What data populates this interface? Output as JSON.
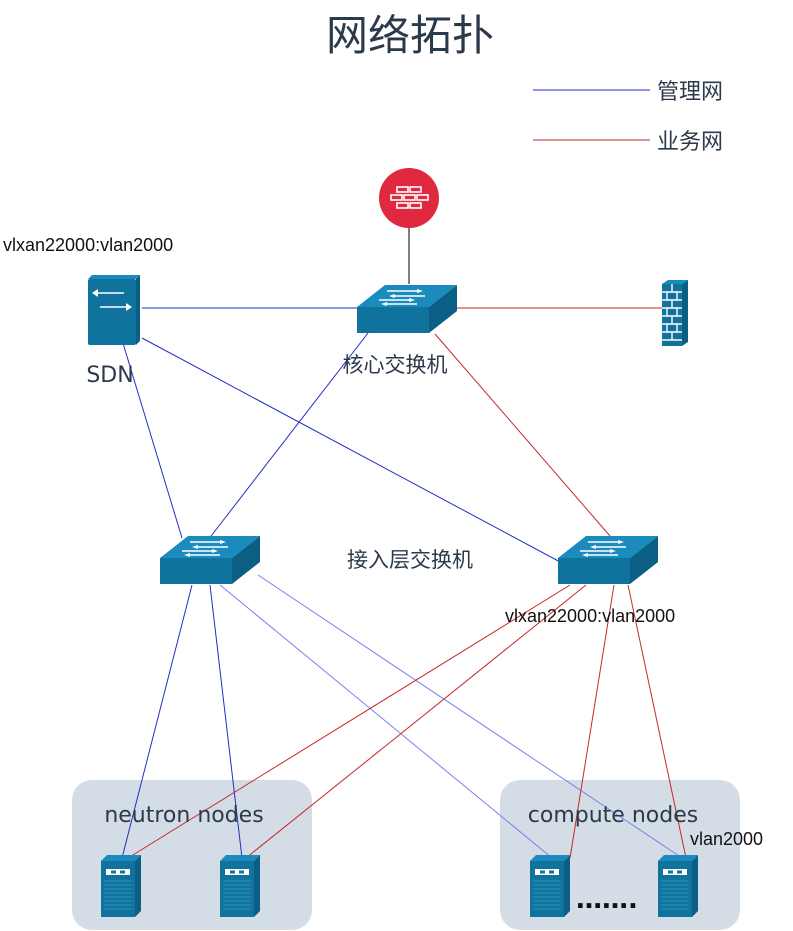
{
  "title": "网络拓扑",
  "legend": {
    "mgmt": {
      "label": "管理网",
      "color": "#1f2fc7"
    },
    "biz": {
      "label": "业务网",
      "color": "#c62828"
    }
  },
  "labels": {
    "sdn": "SDN",
    "sdn_vlan": "vlxan22000:vlan2000",
    "core_switch": "核心交换机",
    "access_switch": "接入层交换机",
    "access_vlan": "vlxan22000:vlan2000",
    "neutron_group": "neutron nodes",
    "compute_group": "compute nodes",
    "compute_vlan": "vlan2000",
    "ellipsis": "……."
  },
  "colors": {
    "device": "#10739e",
    "router": "#e0293e",
    "group_bg": "#d4dde6"
  }
}
